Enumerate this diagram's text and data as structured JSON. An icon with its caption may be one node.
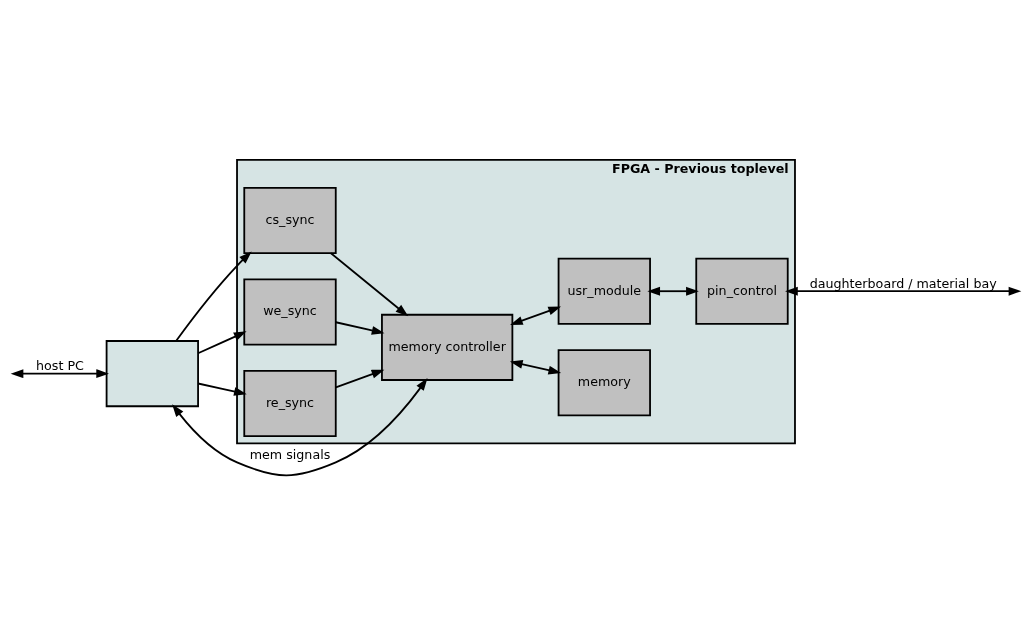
{
  "diagram": {
    "nodes": [
      {
        "text": [
          "FPGA - Previous toplevel"
        ]
      },
      {
        "text": [
          "memory controller"
        ],
        "in": 0
      },
      {
        "text": [
          "memory"
        ],
        "in": 0
      },
      {
        "text": [
          "cs_sync"
        ],
        "in": 0
      },
      {
        "text": [
          "we_sync"
        ],
        "in": 0
      },
      {
        "text": [
          "re_sync"
        ],
        "in": 0
      },
      {
        "text": [
          "usr_module"
        ],
        "in": 0
      },
      {
        "text": [
          "pin_control"
        ],
        "in": 0
      },
      {
        "text": [],
        "shape": "box"
      }
    ],
    "edges": [
      {
        "from": null,
        "to": 8,
        "arrow": "both",
        "label": "host PC"
      },
      {
        "from": 8,
        "to": 1,
        "arrow": "both",
        "label": "mem signals"
      },
      {
        "from": 1,
        "to": 2,
        "arrow": "both"
      },
      {
        "from": 8,
        "to": 3,
        "arrow": "to"
      },
      {
        "from": 8,
        "to": 4,
        "arrow": "to"
      },
      {
        "from": 8,
        "to": 5,
        "arrow": "to"
      },
      {
        "from": 3,
        "to": 1,
        "arrow": "to"
      },
      {
        "from": 4,
        "to": 1,
        "arrow": "to"
      },
      {
        "from": 5,
        "to": 1,
        "arrow": "to"
      },
      {
        "from": 1,
        "to": 6,
        "arrow": "both"
      },
      {
        "from": 6,
        "to": 7,
        "arrow": "both"
      },
      {
        "from": 7,
        "to": null,
        "arrow": "both",
        "label": "daughterboard / material bay"
      }
    ]
  }
}
